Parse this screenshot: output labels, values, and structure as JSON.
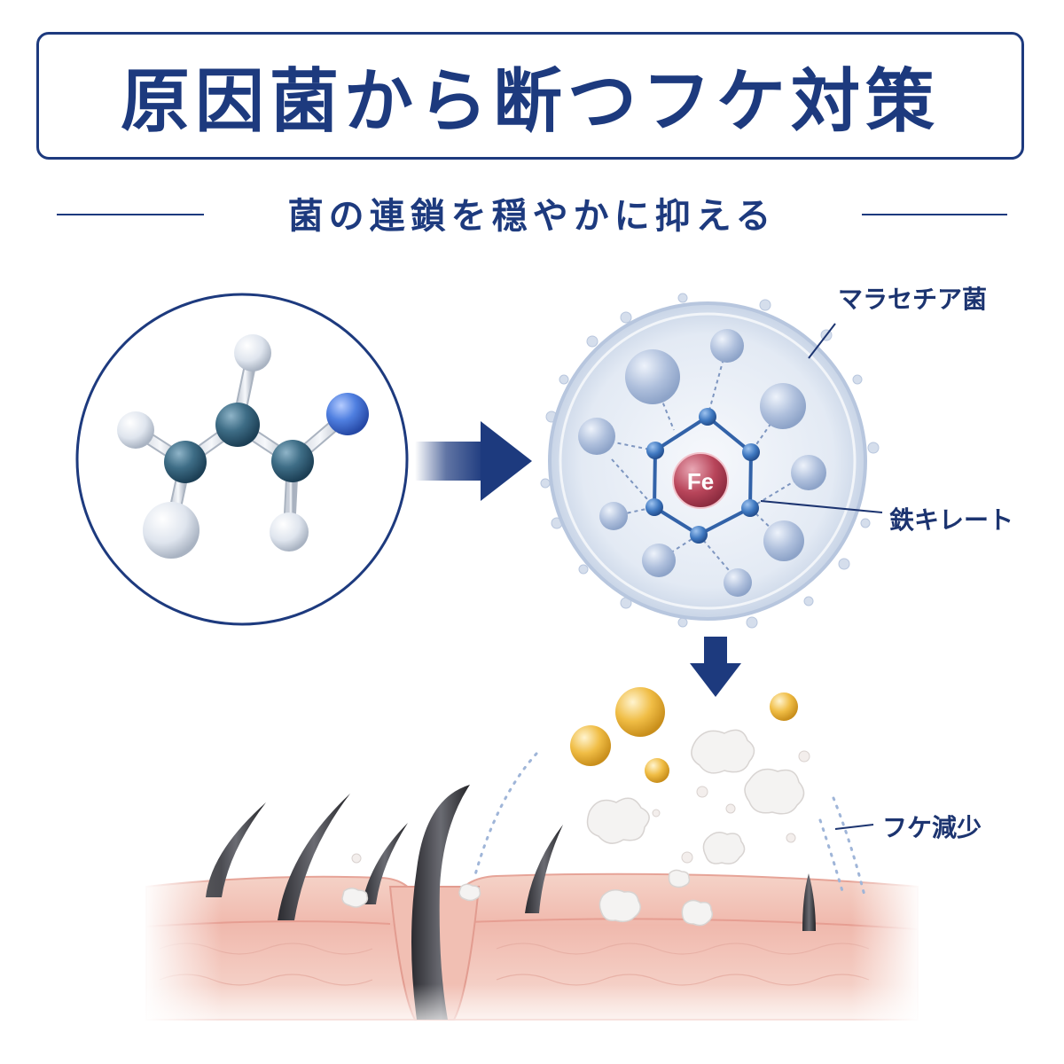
{
  "header": {
    "title": "原因菌から断つフケ対策",
    "subtitle": "菌の連鎖を穏やかに抑える"
  },
  "labels": {
    "malassezia": "マラセチア菌",
    "iron_chelate": "鉄キレート",
    "dandruff_reduction": "フケ減少",
    "iron_symbol": "Fe"
  },
  "colors": {
    "navy": "#1d3a7e",
    "molecule_blue": "#2f6f9f",
    "iron_red": "#b8455a",
    "skin": "#f3c7bd",
    "sebum": "#f0bd45"
  }
}
